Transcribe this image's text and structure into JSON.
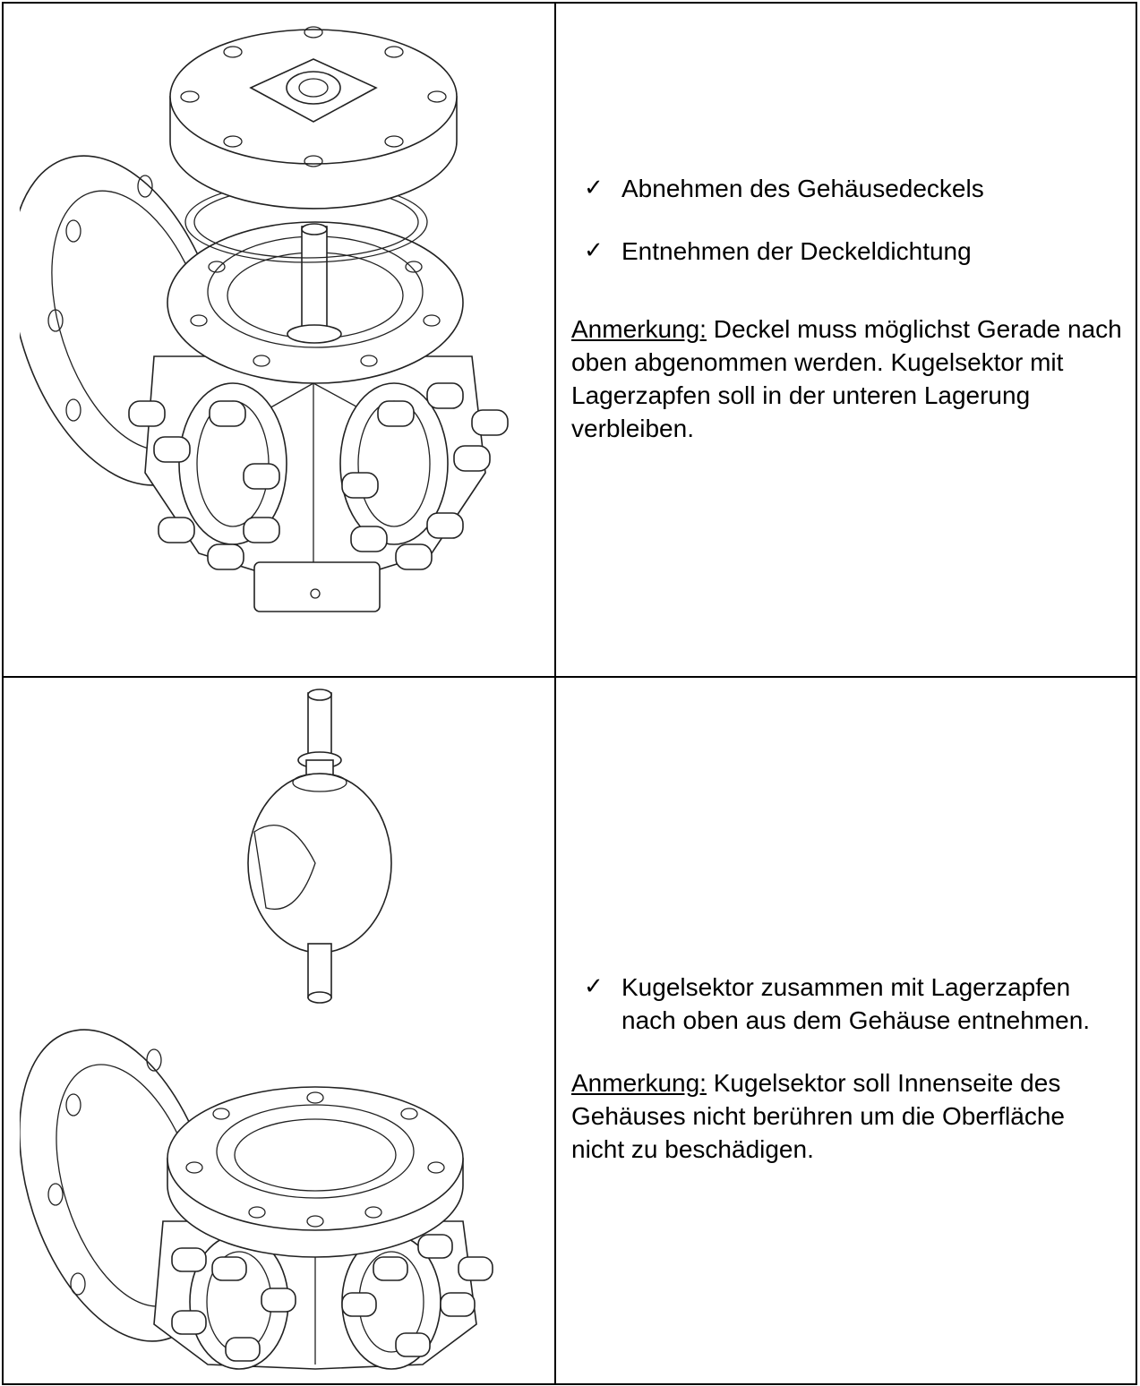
{
  "rows": [
    {
      "illustration_icon": "valve-cover-removal-drawing",
      "bullets": [
        {
          "icon": "checkmark-icon",
          "text": "Abnehmen des Gehäusedeckels"
        },
        {
          "icon": "checkmark-icon",
          "text": "Entnehmen der Deckeldichtung"
        }
      ],
      "note_label": "Anmerkung:",
      "note_text": " Deckel muss möglichst Gerade nach oben abgenommen werden. Kugelsektor mit Lagerzapfen soll in der unteren Lagerung verbleiben."
    },
    {
      "illustration_icon": "ball-sector-removal-drawing",
      "bullets": [
        {
          "icon": "checkmark-icon",
          "text": "Kugelsektor zusammen mit Lagerzapfen nach oben aus dem Gehäuse entnehmen."
        }
      ],
      "note_label": "Anmerkung:",
      "note_text": " Kugelsektor soll Innenseite des Gehäuses nicht berühren um die Oberfläche nicht zu beschädigen."
    }
  ],
  "check_glyph": "✓"
}
